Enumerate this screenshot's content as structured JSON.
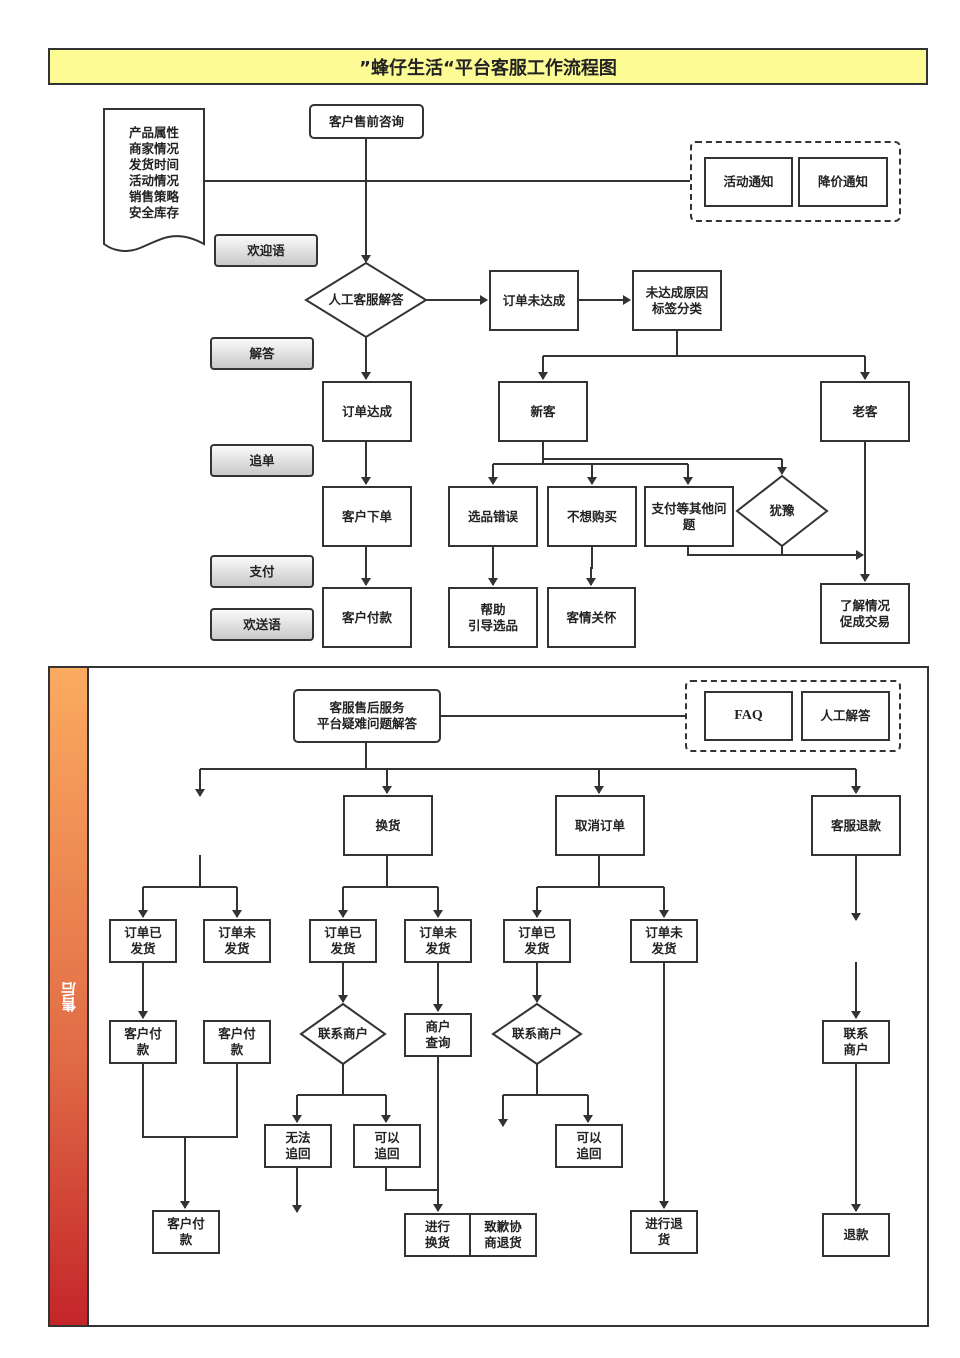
{
  "title": "”蜂仔生活“平台客服工作流程图",
  "pre": {
    "doc": "产品属性\n商家情况\n发货时间\n活动情况\n销售策略\n安全库存",
    "consult": "客户售前咨询",
    "notice": [
      "活动通知",
      "降价通知"
    ],
    "buttons": {
      "welcome": "欢迎语",
      "answer": "解答",
      "follow": "追单",
      "pay": "支付",
      "farewell": "欢送语"
    },
    "manual": "人工客服解答",
    "not_done": "订单未达成",
    "reason": "未达成原因\n标签分类",
    "done": "订单达成",
    "new": "新客",
    "old": "老客",
    "place": "客户下单",
    "paid": "客户付款",
    "wrong": "选品错误",
    "nowant": "不想购买",
    "other": "支付等其他问题",
    "hesitate": "犹豫",
    "guide": "帮助\n引导选品",
    "care": "客情关怀",
    "understand": "了解情况\n促成交易"
  },
  "post": {
    "side": "售后",
    "service": "客服售后服务\n平台疑难问题解答",
    "faq": "FAQ",
    "human": "人工解答",
    "exchange": "换货",
    "cancel": "取消订单",
    "refund_cs": "客服退款",
    "shipped": "订单已\n发货",
    "unshipped": "订单未\n发货",
    "cust_pay": "客户付\n款",
    "contact": "联系商户",
    "query": "商户\n查询",
    "contact2": "联系\n商户",
    "cannot": "无法\n追回",
    "can": "可以\n追回",
    "do_exchange": "进行\n换货",
    "apologize": "致歉协\n商退货",
    "do_return": "进行退\n货",
    "refund": "退款"
  }
}
